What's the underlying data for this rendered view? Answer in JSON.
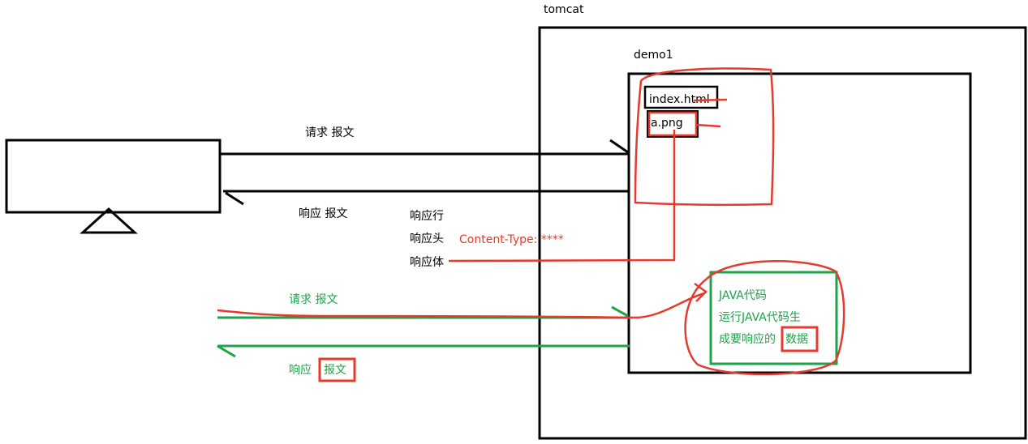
{
  "labels": {
    "tomcat": "tomcat",
    "demo1": "demo1",
    "index_html": "index.html",
    "a_png": "a.png",
    "request_black": "请求  报文",
    "response_black": "响应  报文",
    "response_line": "响应行",
    "response_header": "响应头",
    "response_body": "响应体",
    "content_type": "Content-Type: ****",
    "request_green": "请求  报文",
    "response_green_prefix": "响应",
    "response_green_boxed": "报文",
    "java_line1": "JAVA代码",
    "java_line2": "运行JAVA代码生",
    "java_line3": "成要响应的",
    "java_boxed": "数据"
  },
  "colors": {
    "black": "#000000",
    "red": "#e53a2e",
    "green": "#1ea34a"
  }
}
